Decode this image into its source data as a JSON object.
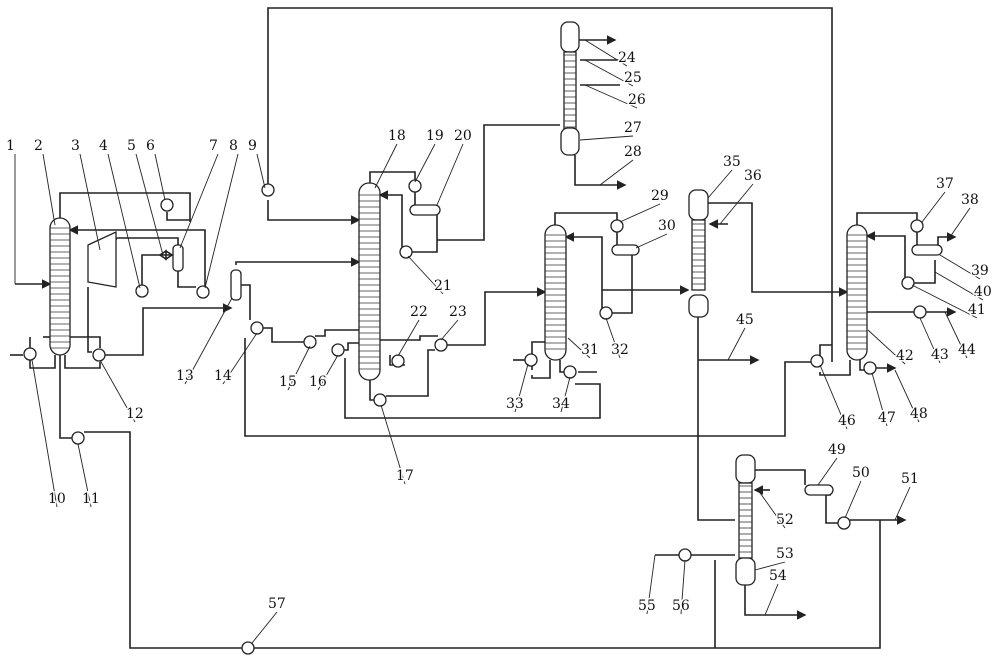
{
  "diagram": {
    "type": "process-flow-diagram",
    "labels": [
      "1",
      "2",
      "3",
      "4",
      "5",
      "6",
      "7",
      "8",
      "9",
      "10",
      "11",
      "12",
      "13",
      "14",
      "15",
      "16",
      "17",
      "18",
      "19",
      "20",
      "21",
      "22",
      "23",
      "24",
      "25",
      "26",
      "27",
      "28",
      "29",
      "30",
      "31",
      "32",
      "33",
      "34",
      "35",
      "36",
      "37",
      "38",
      "39",
      "40",
      "41",
      "42",
      "43",
      "44",
      "45",
      "46",
      "47",
      "48",
      "49",
      "50",
      "51",
      "52",
      "53",
      "54",
      "55",
      "56",
      "57"
    ]
  }
}
